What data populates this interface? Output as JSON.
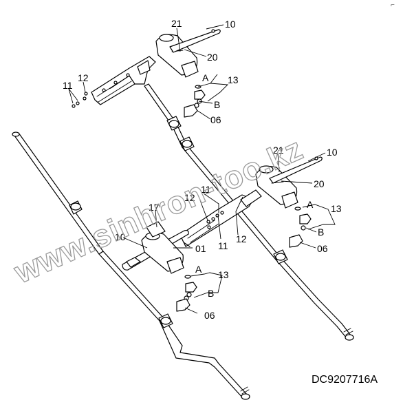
{
  "watermark": {
    "text": "www.sinhron-too.kz"
  },
  "drawing_code": "DC9207716A",
  "corner_mark": "⌐",
  "callouts": {
    "top_21": "21",
    "top_10": "10",
    "top_20": "20",
    "top_13": "13",
    "top_A": "A",
    "top_B": "B",
    "top_06": "06",
    "top_11": "11",
    "top_12": "12",
    "right_21": "21",
    "right_10": "10",
    "right_20": "20",
    "right_11": "11",
    "right_12": "12",
    "right_12b": "12",
    "right_11b": "11",
    "right_A": "A",
    "right_13": "13",
    "right_B": "B",
    "right_06": "06",
    "left_17": "17",
    "left_10": "10",
    "left_01": "01",
    "left_A": "A",
    "left_13": "13",
    "left_B": "B",
    "left_06": "06"
  }
}
